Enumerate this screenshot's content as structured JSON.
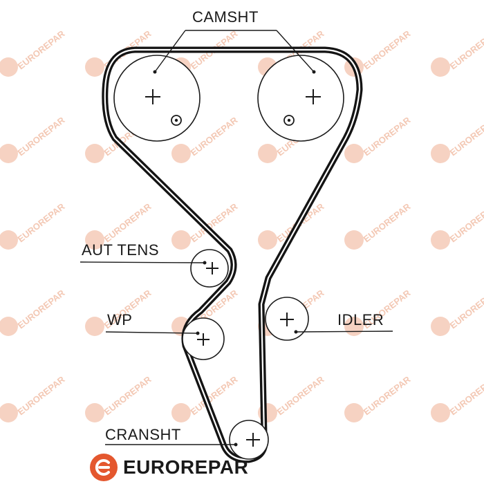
{
  "diagram": {
    "labels": {
      "camshaft": "CAMSHT",
      "auto_tensioner": "AUT TENS",
      "water_pump": "WP",
      "idler": "IDLER",
      "crankshaft": "CRANSHT"
    }
  },
  "watermark": {
    "text": "EUROREPAR",
    "color": "#f3c8b4"
  },
  "brand": {
    "name": "EUROREPAR",
    "color": "#e4572e"
  }
}
